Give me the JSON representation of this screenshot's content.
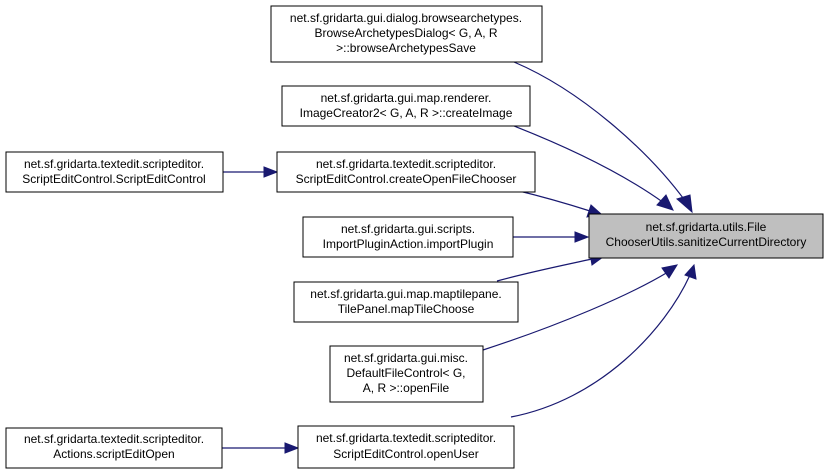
{
  "graph": {
    "edge_color": "#191970",
    "target_fill": "#bfbfbf",
    "node_fill": "#ffffff",
    "nodes": {
      "target": {
        "lines": [
          "net.sf.gridarta.utils.File",
          "ChooserUtils.sanitizeCurrentDirectory"
        ]
      },
      "browse_archetypes_save": {
        "lines": [
          "net.sf.gridarta.gui.dialog.browsearchetypes.",
          "BrowseArchetypesDialog< G, A, R",
          " >::browseArchetypesSave"
        ]
      },
      "create_image": {
        "lines": [
          "net.sf.gridarta.gui.map.renderer.",
          "ImageCreator2< G, A, R >::createImage"
        ]
      },
      "create_open_file_chooser": {
        "lines": [
          "net.sf.gridarta.textedit.scripteditor.",
          "ScriptEditControl.createOpenFileChooser"
        ]
      },
      "script_edit_control_ctor": {
        "lines": [
          "net.sf.gridarta.textedit.scripteditor.",
          "ScriptEditControl.ScriptEditControl"
        ]
      },
      "import_plugin": {
        "lines": [
          "net.sf.gridarta.gui.scripts.",
          "ImportPluginAction.importPlugin"
        ]
      },
      "map_tile_choose": {
        "lines": [
          "net.sf.gridarta.gui.map.maptilepane.",
          "TilePanel.mapTileChoose"
        ]
      },
      "open_file": {
        "lines": [
          "net.sf.gridarta.gui.misc.",
          "DefaultFileControl< G,",
          " A, R >::openFile"
        ]
      },
      "open_user": {
        "lines": [
          "net.sf.gridarta.textedit.scripteditor.",
          "ScriptEditControl.openUser"
        ]
      },
      "script_edit_open": {
        "lines": [
          "net.sf.gridarta.textedit.scripteditor.",
          "Actions.scriptEditOpen"
        ]
      }
    }
  }
}
